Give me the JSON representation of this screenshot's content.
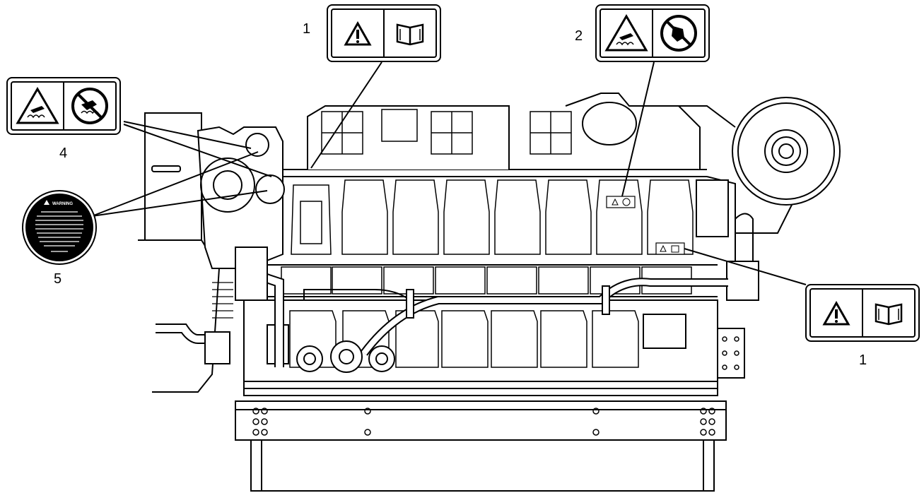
{
  "callouts": {
    "label_1_top": "1",
    "label_2": "2",
    "label_4": "4",
    "label_5": "5",
    "label_1_right": "1"
  },
  "sticker_5": {
    "heading": "WARNING"
  },
  "icons": {
    "label_1": [
      "warning-triangle-icon",
      "manual-book-icon"
    ],
    "label_2": [
      "hot-surface-warning-icon",
      "no-touch-icon"
    ],
    "label_4": [
      "hot-surface-warning-icon",
      "no-touch-hot-surface-icon"
    ]
  },
  "colors": {
    "line": "#000000",
    "background": "#ffffff"
  }
}
